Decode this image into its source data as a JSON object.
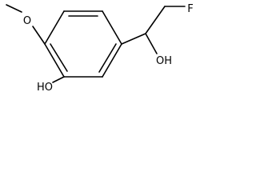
{
  "molecule": {
    "atoms": {
      "methoxy_o": "O",
      "phenol_oh": "HO",
      "alcohol_oh": "OH",
      "fluorine": "F"
    }
  },
  "colors": {
    "bond": "#000000",
    "label": "#000000",
    "background": "#ffffff"
  }
}
